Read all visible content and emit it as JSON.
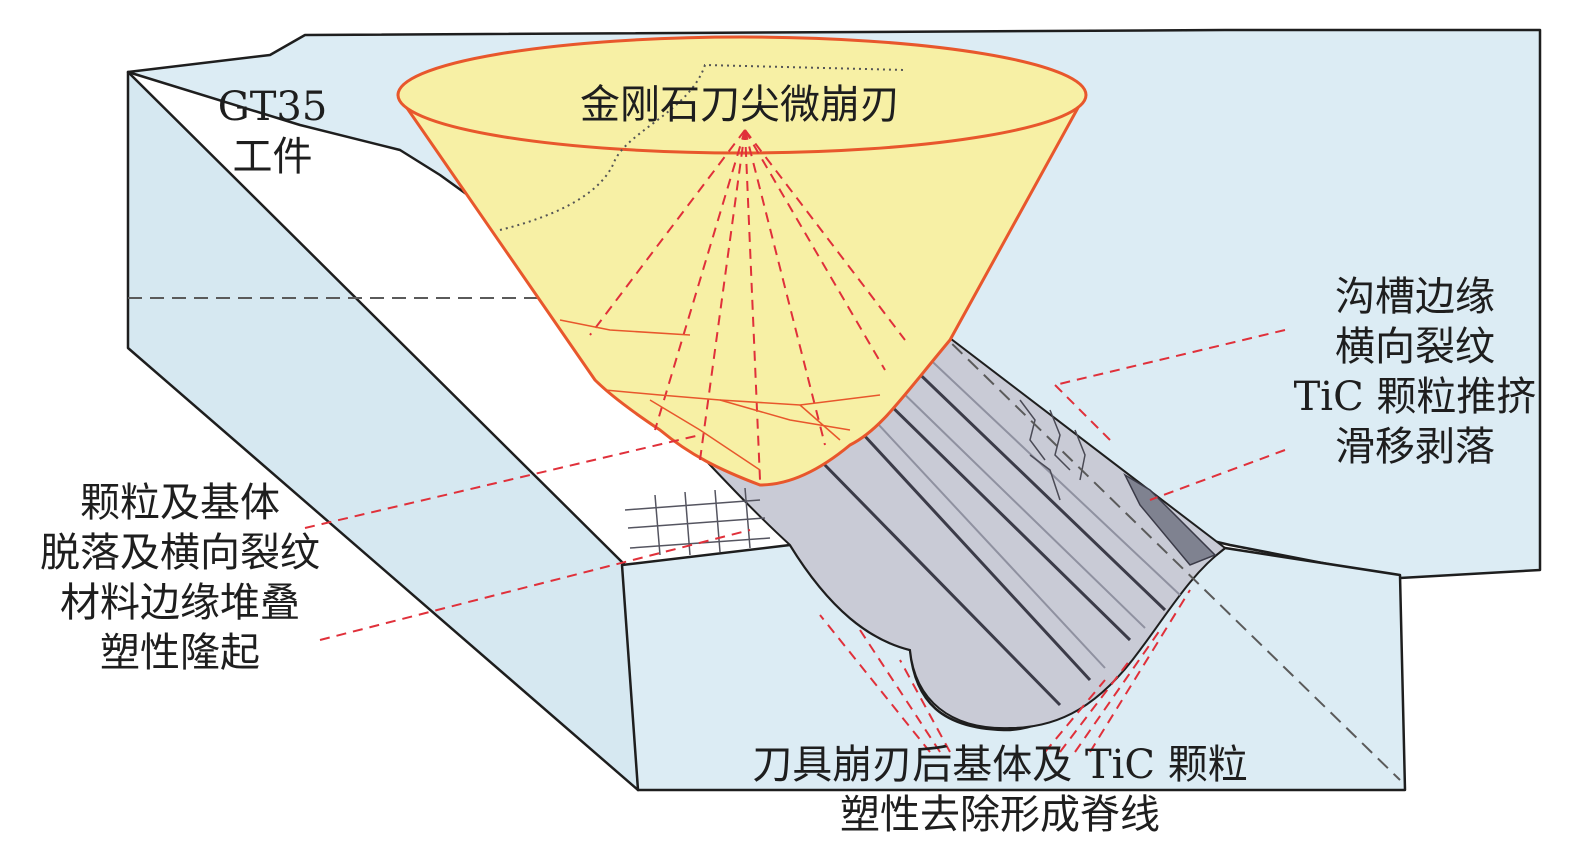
{
  "labels": {
    "workpiece_line1": "GT35",
    "workpiece_line2": "工件",
    "tool_tip": "金刚石刀尖微崩刃",
    "groove_edge_1": "沟槽边缘",
    "groove_edge_2": "横向裂纹",
    "groove_edge_3": "TiC 颗粒推挤",
    "groove_edge_4": "滑移剥落",
    "left_1": "颗粒及基体",
    "left_2": "脱落及横向裂纹",
    "left_3": "材料边缘堆叠",
    "left_4": "塑性隆起",
    "bottom_1": "刀具崩刃后基体及 TiC 颗粒",
    "bottom_2": "塑性去除形成脊线"
  },
  "colors": {
    "workpiece_fill": "#dcecf4",
    "groove_fill": "#c9cbd6",
    "tool_fill": "#f7f0a5",
    "tool_outline": "#e8572c",
    "leader_lines": "#e0303a",
    "outline": "#1e1e1e"
  }
}
